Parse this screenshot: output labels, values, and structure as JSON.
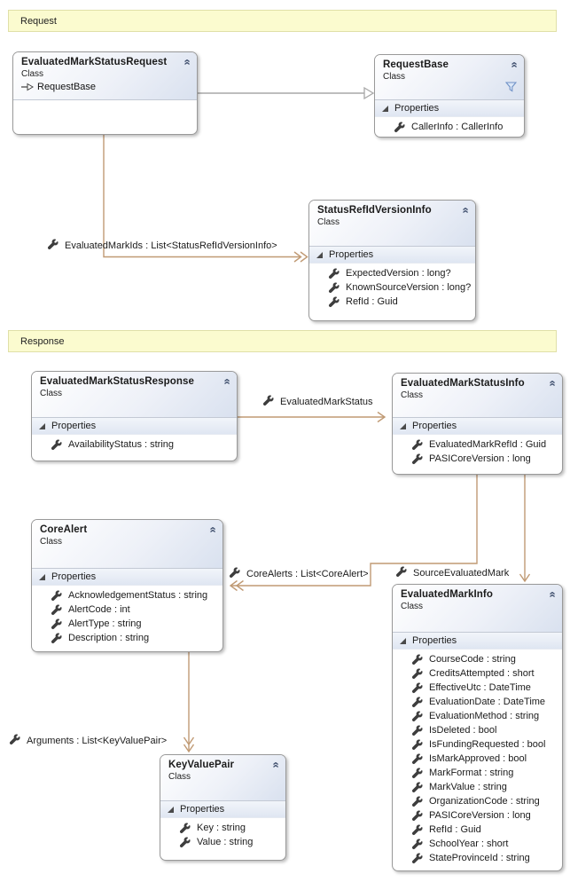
{
  "banners": {
    "request": "Request",
    "response": "Response"
  },
  "classes": [
    {
      "title": "EvaluatedMarkStatusRequest",
      "kind": "Class",
      "inherits": "RequestBase",
      "properties_label": "",
      "properties": []
    },
    {
      "title": "RequestBase",
      "kind": "Class",
      "properties_label": "Properties",
      "properties": [
        "CallerInfo : CallerInfo"
      ]
    },
    {
      "title": "StatusRefIdVersionInfo",
      "kind": "Class",
      "properties_label": "Properties",
      "properties": [
        "ExpectedVersion : long?",
        "KnownSourceVersion : long?",
        "RefId : Guid"
      ]
    },
    {
      "title": "EvaluatedMarkStatusResponse",
      "kind": "Class",
      "properties_label": "Properties",
      "properties": [
        "AvailabilityStatus : string"
      ]
    },
    {
      "title": "EvaluatedMarkStatusInfo",
      "kind": "Class",
      "properties_label": "Properties",
      "properties": [
        "EvaluatedMarkRefId : Guid",
        "PASICoreVersion : long"
      ]
    },
    {
      "title": "CoreAlert",
      "kind": "Class",
      "properties_label": "Properties",
      "properties": [
        "AcknowledgementStatus : string",
        "AlertCode : int",
        "AlertType : string",
        "Description : string"
      ]
    },
    {
      "title": "EvaluatedMarkInfo",
      "kind": "Class",
      "properties_label": "Properties",
      "properties": [
        "CourseCode : string",
        "CreditsAttempted : short",
        "EffectiveUtc : DateTime",
        "EvaluationDate : DateTime",
        "EvaluationMethod : string",
        "IsDeleted : bool",
        "IsFundingRequested : bool",
        "IsMarkApproved : bool",
        "MarkFormat : string",
        "MarkValue : string",
        "OrganizationCode : string",
        "PASICoreVersion : long",
        "RefId : Guid",
        "SchoolYear : short",
        "StateProvinceId : string"
      ]
    },
    {
      "title": "KeyValuePair",
      "kind": "Class",
      "properties_label": "Properties",
      "properties": [
        "Key : string",
        "Value : string"
      ]
    }
  ],
  "connector_labels": {
    "evaluated_mark_ids": "EvaluatedMarkIds : List<StatusRefIdVersionInfo>",
    "evaluated_mark_status": "EvaluatedMarkStatus",
    "core_alerts": "CoreAlerts : List<CoreAlert>",
    "source_evaluated_mark": "SourceEvaluatedMark",
    "arguments": "Arguments : List<KeyValuePair>"
  },
  "icons": {
    "wrench": "wrench-icon",
    "filter": "filter-icon",
    "collapse": "collapse-chevron-icon",
    "expander": "expander-icon",
    "inheritance": "inheritance-arrow-icon"
  },
  "colors": {
    "association_line": "#c09a74",
    "inheritance_line": "#a8a8a8",
    "banner_fill": "#fbfbcf",
    "banner_border": "#e0e0a8",
    "header_gradient_end": "#d9e1ef",
    "box_border": "#999999"
  }
}
